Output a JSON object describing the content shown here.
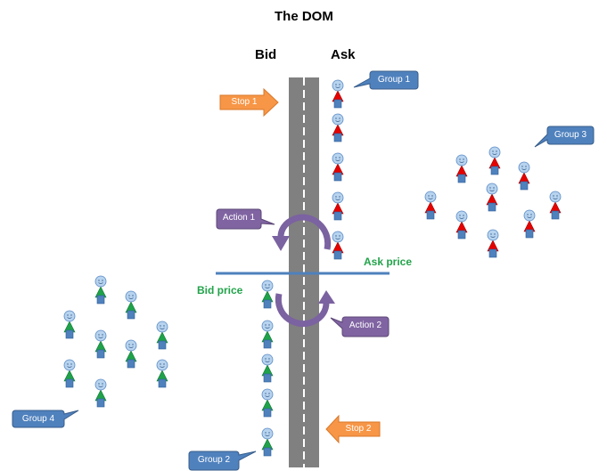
{
  "title": "The DOM",
  "sides": {
    "bid": "Bid",
    "ask": "Ask"
  },
  "price_labels": {
    "ask": "Ask price",
    "bid": "Bid price"
  },
  "groups": {
    "group1": "Group 1",
    "group2": "Group 2",
    "group3": "Group 3",
    "group4": "Group 4"
  },
  "stops": {
    "stop1": "Stop 1",
    "stop2": "Stop 2"
  },
  "actions": {
    "action1": "Action 1",
    "action2": "Action 2"
  },
  "colors": {
    "ask_person": "#e60000",
    "bid_person": "#1fa24a",
    "head": "#b7d3ee",
    "group_callout": "#4f81bd",
    "stop_arrow": "#f79646",
    "action_callout": "#8064a2",
    "road": "#808080",
    "price_line": "#4f81bd",
    "price_text": "#22a34a"
  },
  "icons": {
    "person": "person-icon",
    "curved_arrow": "curved-arrow-icon"
  }
}
